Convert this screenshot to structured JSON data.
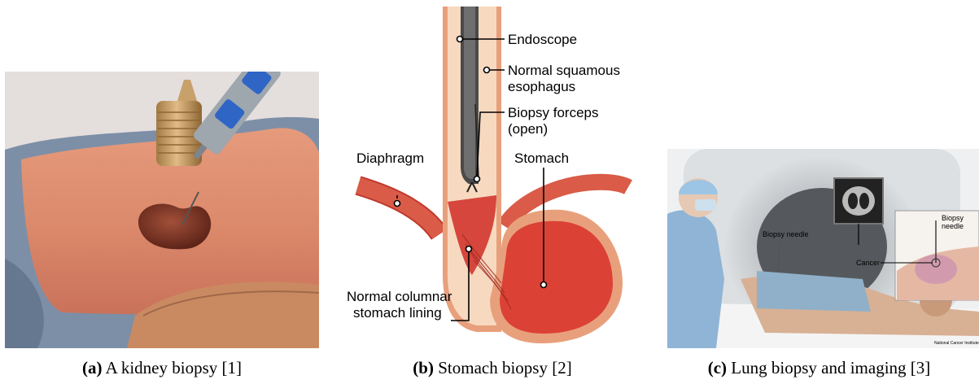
{
  "figures": [
    {
      "subfigure_id": "(a)",
      "caption": "A kidney biopsy [1]"
    },
    {
      "subfigure_id": "(b)",
      "caption": "Stomach biopsy [2]",
      "labels": {
        "endoscope": "Endoscope",
        "normal_squamous_1": "Normal squamous",
        "normal_squamous_2": "esophagus",
        "forceps_1": "Biopsy forceps",
        "forceps_2": "(open)",
        "diaphragm": "Diaphragm",
        "stomach": "Stomach",
        "columnar_1": "Normal columnar",
        "columnar_2": "stomach lining"
      }
    },
    {
      "subfigure_id": "(c)",
      "caption": "Lung biopsy and imaging [3]",
      "labels": {
        "needle_scene": "Biopsy needle",
        "needle_inset_1": "Biopsy",
        "needle_inset_2": "needle",
        "cancer": "Cancer",
        "credit": "National Cancer Institute"
      }
    }
  ]
}
